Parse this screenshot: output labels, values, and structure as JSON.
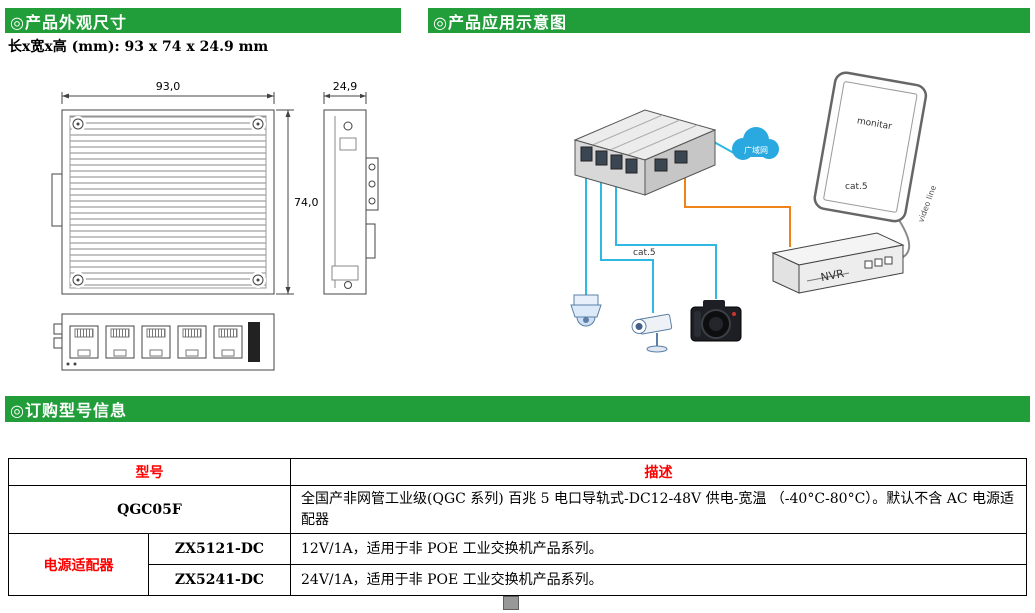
{
  "colors": {
    "header_green": "#219e3a",
    "accent_red": "#fe0000",
    "cloud_blue": "#2aa8e0",
    "cable_cyan": "#2fb9e2",
    "cable_orange": "#ef8318"
  },
  "sections": {
    "dimensions": {
      "title": "◎产品外观尺寸"
    },
    "application": {
      "title": "◎产品应用示意图"
    },
    "ordering": {
      "title": "◎订购型号信息"
    }
  },
  "dimensions": {
    "subtitle": "长x宽x高 (mm): 93 x 74 x 24.9 mm",
    "front_width": "93,0",
    "front_height": "74,0",
    "side_depth": "24,9"
  },
  "application": {
    "cloud_label": "广域网",
    "monitor_label": "monitar",
    "nvr_label": "NVR",
    "cat5_left": "cat.5",
    "cat5_right": "cat.5",
    "video_line": "video line"
  },
  "table": {
    "header": {
      "model": "型号",
      "description": "描述"
    },
    "row1": {
      "model": "QGC05F",
      "description": "全国产非网管工业级(QGC 系列) 百兆 5 电口导轨式-DC12-48V 供电-宽温 （-40°C-80°C）。默认不含 AC 电源适配器"
    },
    "row2": {
      "category": "电源适配器",
      "model": "ZX5121-DC",
      "description": "12V/1A，适用于非 POE 工业交换机产品系列。"
    },
    "row3": {
      "model": "ZX5241-DC",
      "description": "24V/1A，适用于非 POE 工业交换机产品系列。"
    }
  }
}
